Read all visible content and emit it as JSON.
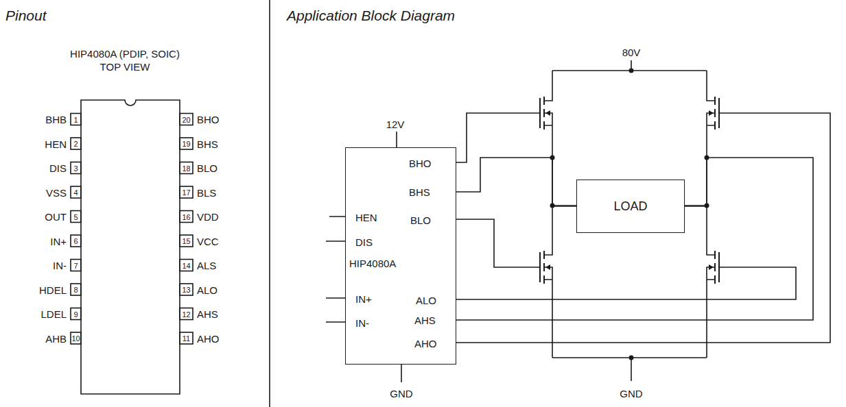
{
  "diagram": {
    "nodes": [
      {
        "text": [
          "BHO",
          "BHS",
          "HEN",
          "BLO",
          "DIS",
          "HIP4080A",
          "IN+",
          "ALO",
          "IN-",
          "AHS",
          "AHO"
        ]
      },
      {
        "text": [
          "LOAD"
        ]
      }
    ],
    "edges": [
      {
        "from": 0,
        "to": 1,
        "arrow": "none"
      },
      {
        "from": 0,
        "to": 1,
        "arrow": "none"
      }
    ],
    "labels": [
      "Pinout",
      "HIP4080A (PDIP, SOIC)",
      "TOP VIEW",
      "BHB",
      "1",
      "20",
      "BHO",
      "HEN",
      "2",
      "19",
      "BHS",
      "DIS",
      "3",
      "18",
      "BLO",
      "VSS",
      "4",
      "17",
      "BLS",
      "OUT",
      "5",
      "16",
      "VDD",
      "IN+",
      "6",
      "15",
      "VCC",
      "IN-",
      "7",
      "14",
      "ALS",
      "HDEL",
      "8",
      "13",
      "ALO",
      "LDEL",
      "9",
      "12",
      "AHS",
      "AHB",
      "10",
      "11",
      "AHO",
      "Application Block Diagram",
      "12V",
      "80V",
      "GND",
      "GND"
    ]
  }
}
